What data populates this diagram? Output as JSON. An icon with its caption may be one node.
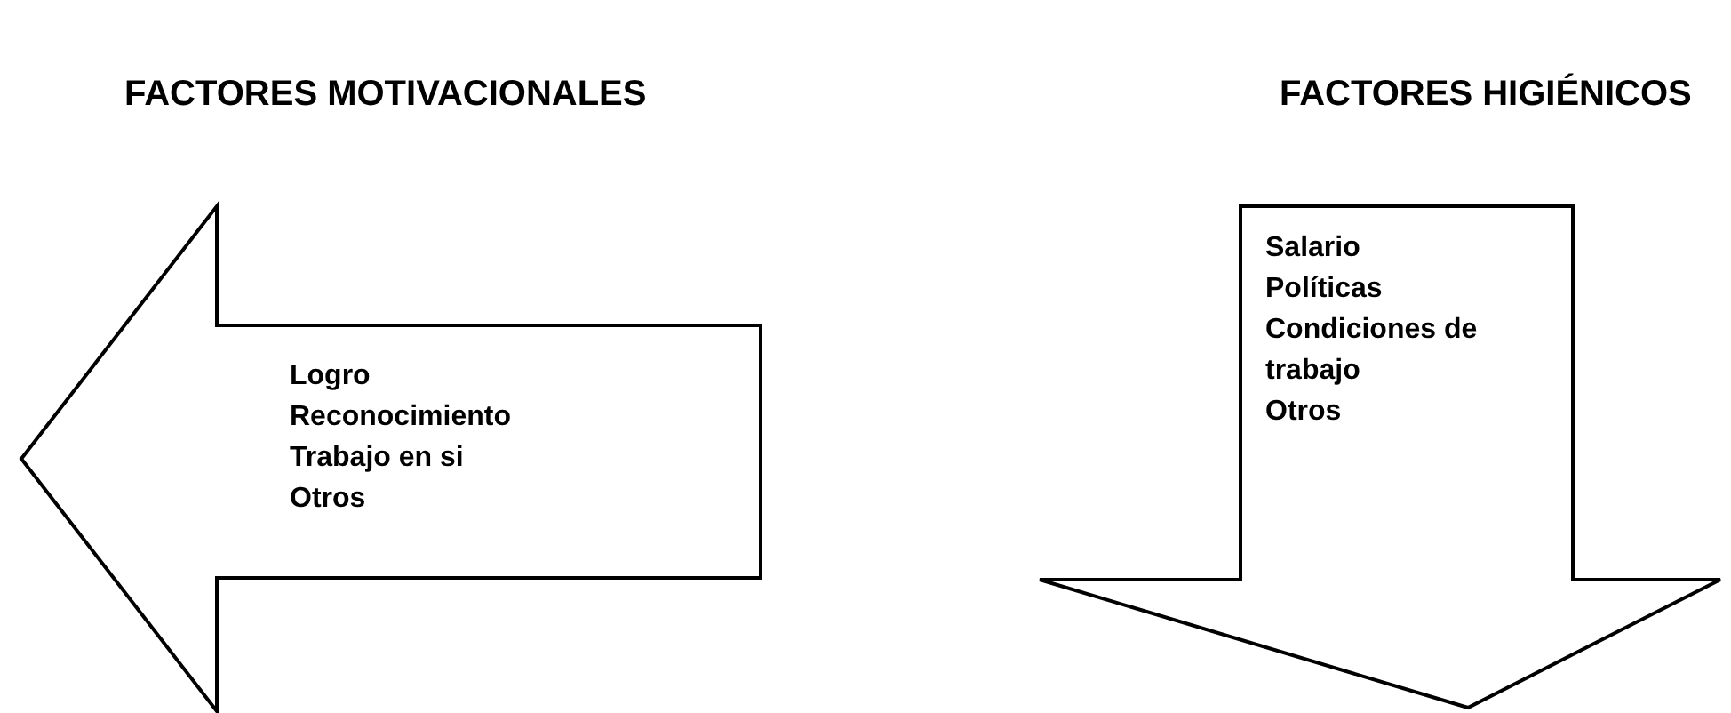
{
  "diagram": {
    "nodes": [
      {
        "text": [
          "FACTORES MOTIVACIONALES",
          "Logro",
          "Reconocimiento",
          "Trabajo en si",
          "Otros"
        ]
      },
      {
        "text": [
          "FACTORES HIGIÉNICOS",
          "Salario",
          "Políticas",
          "Condiciones de trabajo",
          "Otros"
        ]
      }
    ]
  }
}
